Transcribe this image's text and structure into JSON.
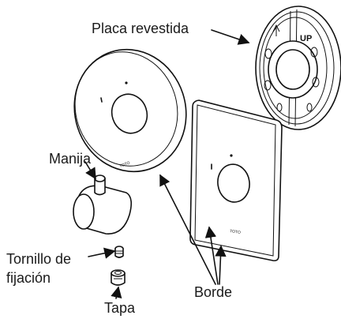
{
  "labels": {
    "placa_revestida": "Placa revestida",
    "manija": "Manija",
    "tornillo_line1": "Tornillo de",
    "tornillo_line2": "fijación",
    "tapa": "Tapa",
    "borde": "Borde"
  },
  "brand_marks": {
    "placa_up": "UP",
    "escutcheon": "TOTO"
  }
}
